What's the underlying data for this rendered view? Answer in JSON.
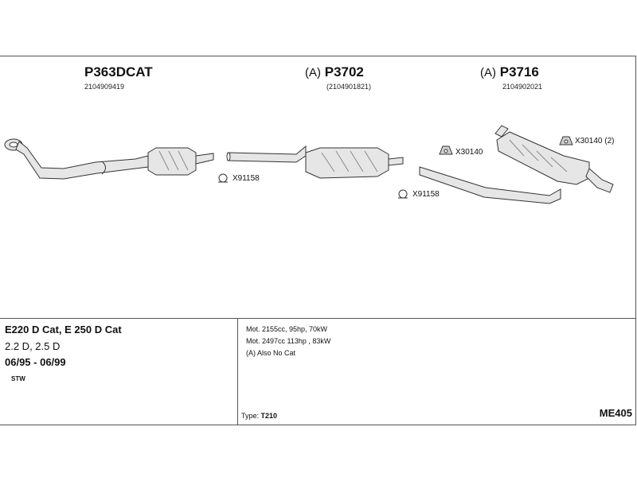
{
  "parts": [
    {
      "prefix": "",
      "code": "P363DCAT",
      "number": "2104909419"
    },
    {
      "prefix": "(A)",
      "code": "P3702",
      "number": "(2104901821)"
    },
    {
      "prefix": "(A)",
      "code": "P3716",
      "number": "2104902021"
    }
  ],
  "callouts": {
    "clamp_1": "X91158",
    "clamp_2": "X91158",
    "hanger_1": "X30140",
    "hanger_2": "X30140 (2)"
  },
  "vehicle": {
    "model": "E220 D Cat, E 250 D Cat",
    "engine": "2.2 D, 2.5 D",
    "years": "06/95 - 06/99",
    "body": "STW"
  },
  "notes": [
    "Mot. 2155cc, 95hp, 70kW",
    "Mot. 2497cc 113hp , 83kW",
    "(A) Also No Cat"
  ],
  "type": {
    "label": "Type:",
    "value": "T210"
  },
  "diagram_code": "ME405",
  "colors": {
    "line": "#333333",
    "fill": "#e6e6e6",
    "shade": "#8a8a8a"
  }
}
